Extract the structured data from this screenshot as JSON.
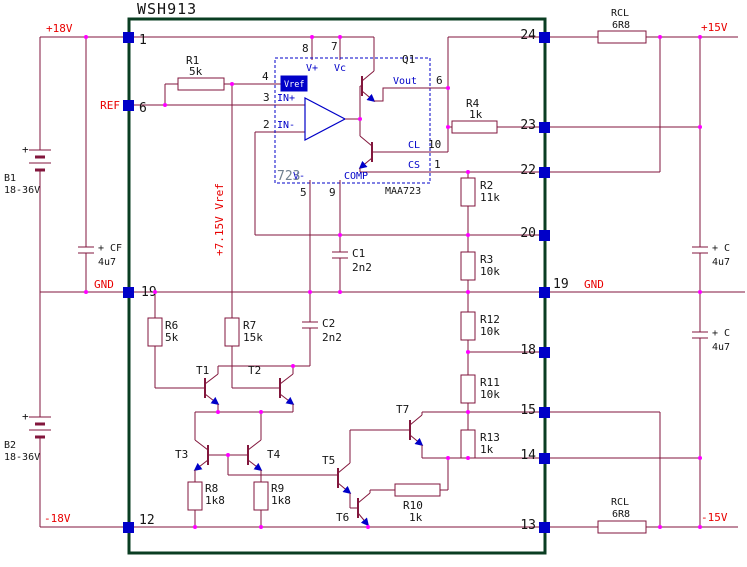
{
  "title": "WSH913",
  "power": {
    "p18": "+18V",
    "ref": "REF",
    "gnd_left": "GND",
    "n18": "-18V",
    "p15": "+15V",
    "gnd_right": "GND",
    "n15": "-15V",
    "vref_note": "+7.15V Vref"
  },
  "module_pins": {
    "left": [
      "1",
      "6",
      "19",
      "12"
    ],
    "right": [
      "24",
      "23",
      "22",
      "20",
      "19",
      "18",
      "15",
      "14",
      "13"
    ]
  },
  "ic": {
    "chip": "723",
    "part": "MAA723",
    "q": "Q1",
    "pins": {
      "vplus": {
        "n": "8",
        "l": "V+"
      },
      "vc": {
        "n": "7",
        "l": "Vc"
      },
      "vref": {
        "n": "4",
        "l": "Vref"
      },
      "inp": {
        "n": "3",
        "l": "IN+"
      },
      "inn": {
        "n": "2",
        "l": "IN-"
      },
      "vout": {
        "n": "6",
        "l": "Vout"
      },
      "cl": {
        "n": "10",
        "l": "CL"
      },
      "cs": {
        "n": "1",
        "l": "CS"
      },
      "vminus": {
        "n": "5",
        "l": "V-"
      },
      "comp": {
        "n": "9",
        "l": "COMP"
      }
    }
  },
  "components": {
    "B1": {
      "name": "B1",
      "value": "18-36V",
      "plus": "+"
    },
    "B2": {
      "name": "B2",
      "value": "18-36V",
      "plus": "+"
    },
    "CF": {
      "name": "+ CF",
      "value": "4u7"
    },
    "C_top": {
      "name": "+ C",
      "value": "4u7"
    },
    "C_bottom": {
      "name": "+ C",
      "value": "4u7"
    },
    "RCL_top": {
      "name": "RCL",
      "value": "6R8"
    },
    "RCL_bottom": {
      "name": "RCL",
      "value": "6R8"
    },
    "R1": {
      "name": "R1",
      "value": "5k"
    },
    "R2": {
      "name": "R2",
      "value": "11k"
    },
    "R3": {
      "name": "R3",
      "value": "10k"
    },
    "R4": {
      "name": "R4",
      "value": "1k"
    },
    "R6": {
      "name": "R6",
      "value": "5k"
    },
    "R7": {
      "name": "R7",
      "value": "15k"
    },
    "R8": {
      "name": "R8",
      "value": "1k8"
    },
    "R9": {
      "name": "R9",
      "value": "1k8"
    },
    "R10": {
      "name": "R10",
      "value": "1k"
    },
    "R11": {
      "name": "R11",
      "value": "10k"
    },
    "R12": {
      "name": "R12",
      "value": "10k"
    },
    "R13": {
      "name": "R13",
      "value": "1k"
    },
    "C1": {
      "name": "C1",
      "value": "2n2"
    },
    "C2": {
      "name": "C2",
      "value": "2n2"
    },
    "T1": {
      "name": "T1"
    },
    "T2": {
      "name": "T2"
    },
    "T3": {
      "name": "T3"
    },
    "T4": {
      "name": "T4"
    },
    "T5": {
      "name": "T5"
    },
    "T6": {
      "name": "T6"
    },
    "T7": {
      "name": "T7"
    }
  }
}
